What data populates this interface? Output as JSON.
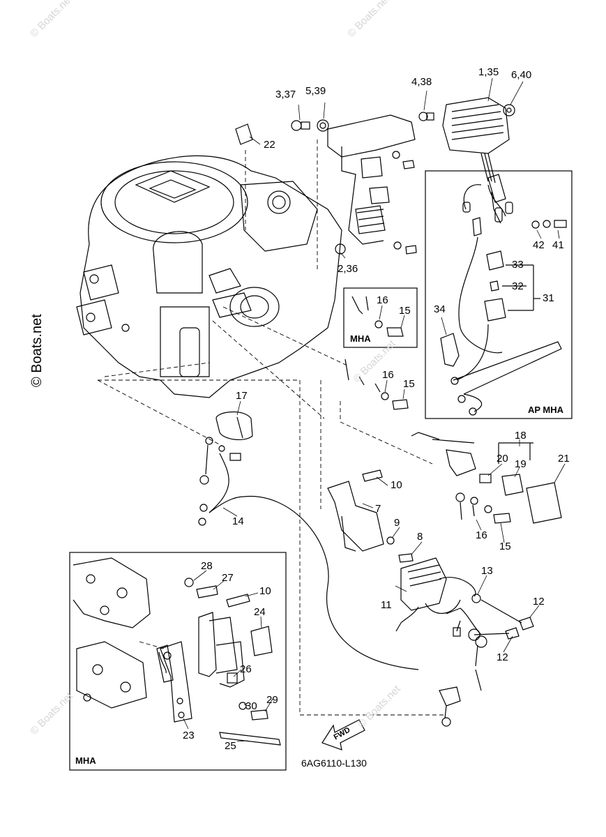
{
  "watermarks": {
    "top_left": "© Boats.net",
    "top_mid": "© Boats.net",
    "side": "© Boats.net",
    "mid_center": "© Boats.net",
    "lower_left": "© Boats.net",
    "lower_right": "© Boats.net",
    "bottom_mid": "© Boats.net"
  },
  "diagram_code": "6AG6110-L130",
  "fwd_label": "FWD",
  "boxes": {
    "mha_small": "MHA",
    "ap_mha": "AP MHA",
    "mha_lower": "MHA"
  },
  "callouts": {
    "c_3_37": "3,37",
    "c_5_39": "5,39",
    "c_4_38": "4,38",
    "c_1_35": "1,35",
    "c_6_40": "6,40",
    "c_22": "22",
    "c_2_36": "2,36",
    "c_42": "42",
    "c_41": "41",
    "c_33": "33",
    "c_32": "32",
    "c_31": "31",
    "c_34": "34",
    "c_16a": "16",
    "c_15a": "15",
    "c_16b": "16",
    "c_15b": "15",
    "c_17": "17",
    "c_18": "18",
    "c_20": "20",
    "c_19": "19",
    "c_21": "21",
    "c_10a": "10",
    "c_7": "7",
    "c_14": "14",
    "c_9": "9",
    "c_8": "8",
    "c_16c": "16",
    "c_15c": "15",
    "c_13": "13",
    "c_11": "11",
    "c_12a": "12",
    "c_12b": "12",
    "c_28": "28",
    "c_27": "27",
    "c_10b": "10",
    "c_24": "24",
    "c_26": "26",
    "c_30": "30",
    "c_29": "29",
    "c_23": "23",
    "c_25": "25"
  }
}
